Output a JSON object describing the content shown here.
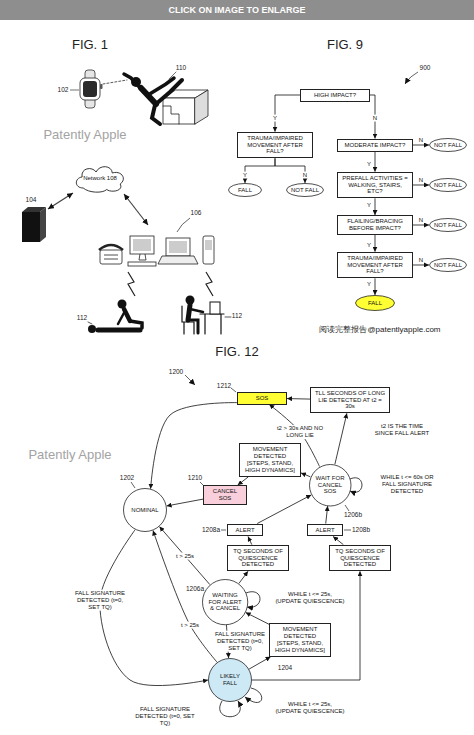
{
  "diagram": {
    "nodes": [
      {
        "text": [
          "Network 108"
        ]
      },
      {
        "text": [
          "HIGH IMPACT?"
        ]
      },
      {
        "text": [
          "TRAUMA/IMPAIRED MOVEMENT AFTER FALL?"
        ]
      },
      {
        "text": [
          "MODERATE IMPACT?"
        ]
      },
      {
        "text": [
          "NOT FALL"
        ]
      },
      {
        "text": [
          "FALL"
        ]
      },
      {
        "text": [
          "NOT FALL"
        ]
      },
      {
        "text": [
          "PREFALL ACTIVITIES = WALKING, STAIRS, ETC?"
        ]
      },
      {
        "text": [
          "NOT FALL"
        ]
      },
      {
        "text": [
          "FLAILING/BRACING BEFORE IMPACT?"
        ]
      },
      {
        "text": [
          "NOT FALL"
        ]
      },
      {
        "text": [
          "TRAUMA/IMPAIRED MOVEMENT AFTER FALL?"
        ]
      },
      {
        "text": [
          "NOT FALL"
        ]
      },
      {
        "text": [
          "FALL"
        ]
      },
      {
        "text": [
          "SOS"
        ]
      },
      {
        "text": [
          "TLL SECONDS OF LONG LIE DETECTED AT t2 = 30s"
        ]
      },
      {
        "text": [
          "MOVEMENT DETECTED [STEPS, STAND, HIGH DYNAMICS]"
        ]
      },
      {
        "text": [
          "CANCEL SOS"
        ]
      },
      {
        "text": [
          "WAIT FOR CANCEL SOS"
        ]
      },
      {
        "text": [
          "NOMINAL"
        ]
      },
      {
        "text": [
          "ALERT"
        ]
      },
      {
        "text": [
          "ALERT"
        ]
      },
      {
        "text": [
          "TQ SECONDS OF QUIESCENCE DETECTED"
        ]
      },
      {
        "text": [
          "TQ SECONDS OF QUIESCENCE DETECTED"
        ]
      },
      {
        "text": [
          "WAITING FOR ALERT & CANCEL"
        ]
      },
      {
        "text": [
          "MOVEMENT DETECTED [STEPS, STAND, HIGH DYNAMICS]"
        ]
      },
      {
        "text": [
          "LIKELY FALL"
        ]
      }
    ],
    "edges": [
      {
        "from": 1,
        "to": 2,
        "label": "Y",
        "arrow": "to"
      },
      {
        "from": 1,
        "to": 3,
        "label": "N",
        "arrow": "to"
      },
      {
        "from": 2,
        "to": 5,
        "label": "Y",
        "arrow": "to"
      },
      {
        "from": 2,
        "to": 6,
        "label": "N",
        "arrow": "to"
      },
      {
        "from": 3,
        "to": 4,
        "label": "N",
        "arrow": "to"
      },
      {
        "from": 3,
        "to": 7,
        "label": "Y",
        "arrow": "to"
      },
      {
        "from": 7,
        "to": 8,
        "label": "N",
        "arrow": "to"
      },
      {
        "from": 7,
        "to": 9,
        "label": "Y",
        "arrow": "to"
      },
      {
        "from": 9,
        "to": 10,
        "label": "N",
        "arrow": "to"
      },
      {
        "from": 9,
        "to": 11,
        "label": "Y",
        "arrow": "to"
      },
      {
        "from": 11,
        "to": 12,
        "label": "N",
        "arrow": "to"
      },
      {
        "from": 11,
        "to": 13,
        "label": "Y",
        "arrow": "to"
      },
      {
        "from": 24,
        "to": 19,
        "label": "t > 25s",
        "arrow": "to"
      },
      {
        "from": 26,
        "to": 19,
        "label": "t > 25s",
        "arrow": "to"
      },
      {
        "from": 19,
        "to": 26,
        "label": "FALL SIGNATURE DETECTED (t=0, SET TQ)",
        "arrow": "to"
      },
      {
        "from": 24,
        "to": 26,
        "label": "FALL SIGNATURE DETECTED (t=0, SET TQ)",
        "arrow": "to"
      },
      {
        "from": 26,
        "to": 25,
        "arrow": "to"
      },
      {
        "from": 25,
        "to": 24,
        "arrow": "to"
      },
      {
        "from": 24,
        "to": 22,
        "arrow": "to"
      },
      {
        "from": 22,
        "to": 20,
        "arrow": "to"
      },
      {
        "from": 20,
        "to": 18,
        "arrow": "to"
      },
      {
        "from": 26,
        "to": 23,
        "arrow": "to"
      },
      {
        "from": 23,
        "to": 21,
        "arrow": "to"
      },
      {
        "from": 21,
        "to": 18,
        "arrow": "to"
      },
      {
        "from": 18,
        "to": 16,
        "arrow": "to"
      },
      {
        "from": 16,
        "to": 17,
        "arrow": "to"
      },
      {
        "from": 17,
        "to": 19,
        "arrow": "to"
      },
      {
        "from": 18,
        "to": 14,
        "label": "t2 > 30s AND NO LONG LIE",
        "arrow": "to"
      },
      {
        "from": 18,
        "to": 15,
        "arrow": "to"
      },
      {
        "from": 15,
        "to": 14,
        "arrow": "to"
      },
      {
        "from": 14,
        "to": 19,
        "arrow": "to"
      }
    ],
    "labels": [
      "CLICK ON IMAGE TO ENLARGE",
      "FIG. 1",
      "102",
      "110",
      "Patently Apple",
      "104",
      "106",
      "112",
      "112",
      "FIG. 9",
      "900",
      "阅读完整报告@patentlyapple.com",
      "FIG. 12",
      "1200",
      "1212",
      "t2 IS THE TIME SINCE FALL ALERT",
      "WHILE t <= 60s OR FALL SIGNATURE DETECTED",
      "1210",
      "1202",
      "1206b",
      "1208a",
      "1208b",
      "Patently Apple",
      "WHILE t <= 25s, (UPDATE QUIESCENCE)",
      "1206a",
      "1204",
      "FALL SIGNATURE DETECTED (t=0, SET TQ)",
      "WHILE t <= 25s, (UPDATE QUIESCENCE)"
    ]
  }
}
